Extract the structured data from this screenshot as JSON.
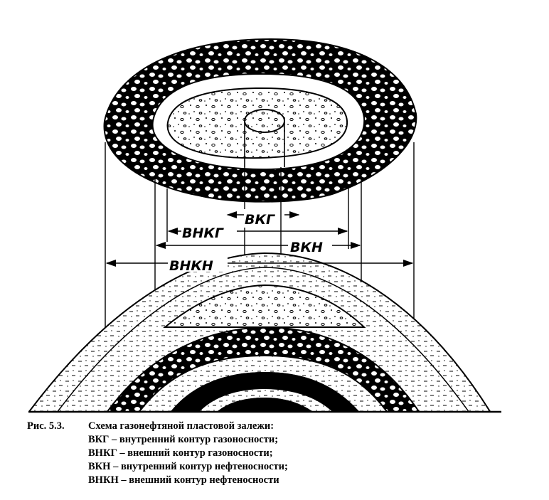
{
  "labels": {
    "vkg": "ВКГ",
    "vnkg": "ВНКГ",
    "vkn": "ВКН",
    "vnkn": "ВНКН"
  },
  "caption": {
    "figure_number": "Рис. 5.3.",
    "title": "Схема газонефтяной пластовой залежи:",
    "legend": [
      "ВКГ – внутренний контур газоносности;",
      "ВНКГ – внешний контур газоносности;",
      "ВКН – внутренний контур нефтеносности;",
      "ВНКН – внешний контур нефтеносности"
    ]
  },
  "colors": {
    "ink": "#000000",
    "paper": "#ffffff"
  }
}
